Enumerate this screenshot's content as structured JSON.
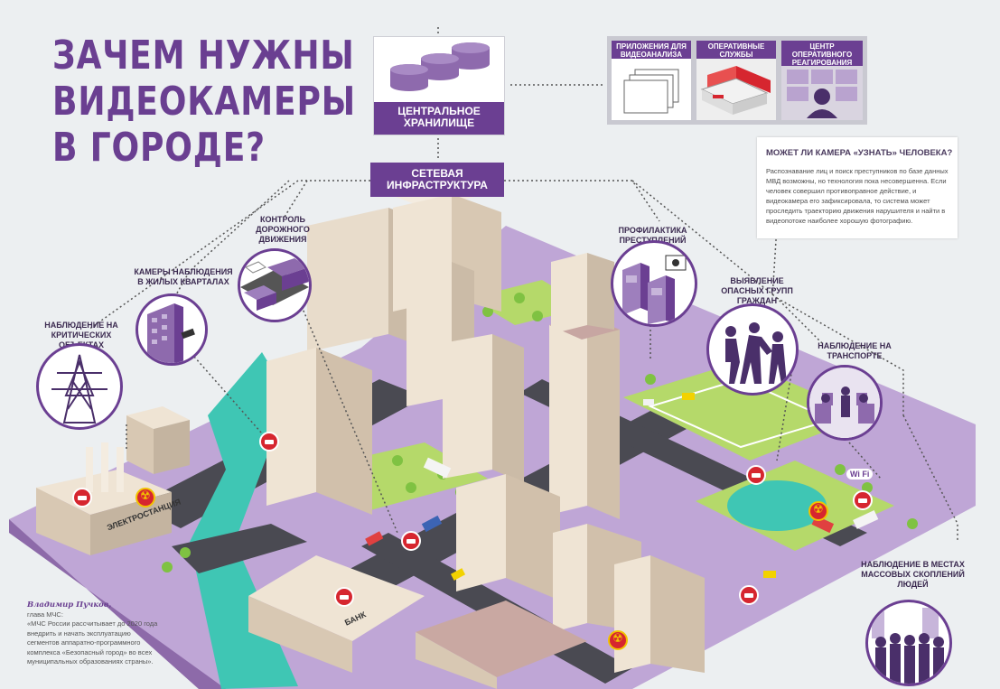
{
  "title": {
    "line1": "ЗАЧЕМ НУЖНЫ",
    "line2": "ВИДЕОКАМЕРЫ",
    "line3": "В ГОРОДЕ?"
  },
  "storage": {
    "label": "ЦЕНТРАЛЬНОЕ ХРАНИЛИЩЕ"
  },
  "network": {
    "label": "СЕТЕВАЯ ИНФРАСТРУКТУРА"
  },
  "services": [
    {
      "label": "ПРИЛОЖЕНИЯ ДЛЯ ВИДЕОАНАЛИЗА"
    },
    {
      "label": "ОПЕРАТИВНЫЕ СЛУЖБЫ"
    },
    {
      "label": "ЦЕНТР ОПЕРАТИВНОГО РЕАГИРОВАНИЯ"
    }
  ],
  "info": {
    "heading": "МОЖЕТ ЛИ КАМЕРА «УЗНАТЬ» ЧЕЛОВЕКА?",
    "text": "Распознавание лиц и поиск преступников по базе данных МВД возможны, но технология пока несовершенна. Если человек совершил противоправное действие, и видеокамера его зафиксировала, то система может проследить траекторию движения нарушителя и найти в видеопотоке наиболее хорошую фотографию."
  },
  "labels": {
    "critical": "НАБЛЮДЕНИЕ НА КРИТИЧЕСКИХ ОБЪЕКТАХ",
    "residential": "КАМЕРЫ НАБЛЮДЕНИЯ В ЖИЛЫХ КВАРТАЛАХ",
    "traffic": "КОНТРОЛЬ ДОРОЖНОГО ДВИЖЕНИЯ",
    "crime": "ПРОФИЛАКТИКА ПРЕСТУПЛЕНИЙ",
    "groups": "ВЫЯВЛЕНИЕ ОПАСНЫХ ГРУПП ГРАЖДАН",
    "transport": "НАБЛЮДЕНИЕ НА ТРАНСПОРТЕ",
    "crowds": "НАБЛЮДЕНИЕ В МЕСТАХ МАССОВЫХ СКОПЛЕНИЙ ЛЮДЕЙ"
  },
  "map_text": {
    "power_plant": "ЭЛЕКТРОСТАНЦИЯ",
    "bank": "БАНК",
    "wifi": "Wi Fi"
  },
  "quote": {
    "name": "Владимир Пучков,",
    "role": "глава МЧС:",
    "text": "«МЧС России рассчитывает до 2020 года внедрить и начать эксплуатацию сегментов аппаратно-программного комплекса «Безопасный город» во всех муниципальных образованиях страны»."
  },
  "colors": {
    "brand": "#6b3f92",
    "ground": "#b9a3cf",
    "grass": "#b5d96a",
    "water": "#3fc6b4",
    "alert": "#d6262f"
  }
}
